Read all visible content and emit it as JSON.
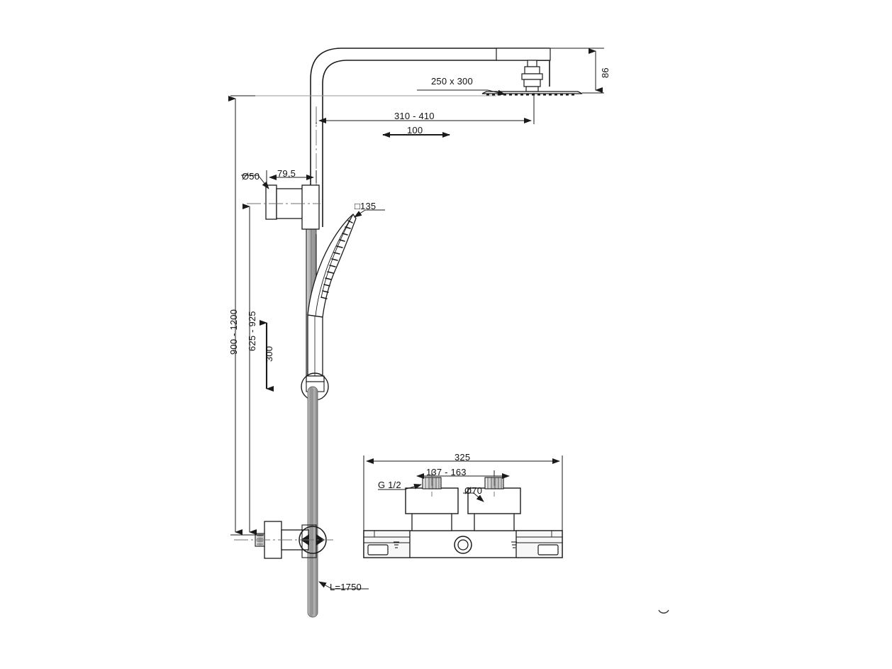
{
  "drawing": {
    "title": "Shower column technical dimension drawing",
    "type": "technical-line-drawing",
    "units": "mm",
    "line_color": "#1a1a1a",
    "fill_color": "#ffffff",
    "metal_shade": "#9a9a9a"
  },
  "dimensions": {
    "head_height": "86",
    "head_size": "250 x 300",
    "arm_reach": "310 - 410",
    "arm_adjust": "100",
    "bracket_diameter": "Ø50",
    "bracket_offset": "79,5",
    "handshower_size": "□135",
    "overall_height": "900 - 1200",
    "bracket_height": "625 - 925",
    "slider_travel": "300",
    "hose_length": "L=1750",
    "mixer_width": "325",
    "inlet_spacing": "137 - 163",
    "inlet_thread": "G 1/2",
    "inlet_diameter": "Ø70"
  },
  "components": {
    "shower_head": "rain-shower-head",
    "shower_arm": "curved-shower-arm",
    "riser_rail": "riser-rail",
    "wall_bracket": "wall-bracket",
    "hand_shower": "hand-shower",
    "slider_holder": "slider-holder",
    "hose": "shower-hose",
    "mixer": "thermostatic-mixer-valve",
    "mixer_handle_left": "temperature-handle",
    "mixer_handle_right": "flow-handle",
    "outlet_port": "outlet-port"
  }
}
